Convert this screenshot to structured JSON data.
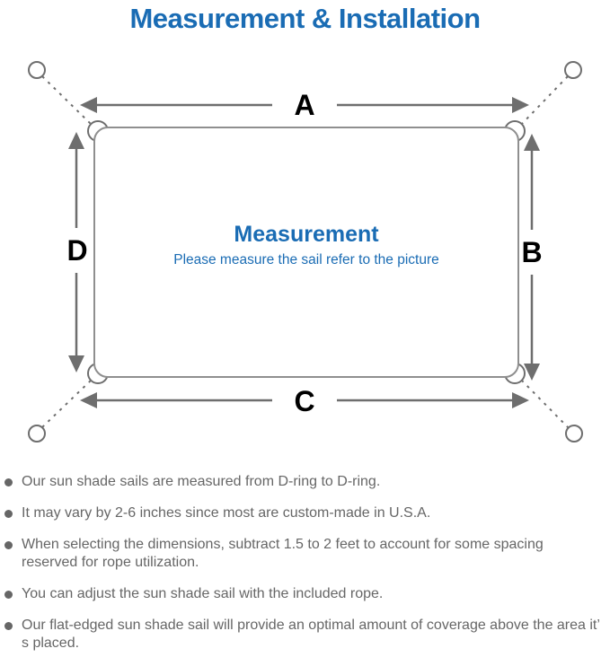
{
  "title": "Measurement & Installation",
  "diagram": {
    "heading": "Measurement",
    "subtitle": "Please measure the sail refer to the picture",
    "labels": {
      "top": "A",
      "right": "B",
      "bottom": "C",
      "left": "D"
    },
    "colors": {
      "accent_blue": "#1a6cb4",
      "line_gray": "#6e6e6e",
      "outline_gray": "#8f8f8f",
      "label_black": "#000000",
      "note_gray": "#666666"
    }
  },
  "notes": {
    "items": [
      "Our sun shade sails are measured from D-ring to D-ring.",
      "It may vary by 2-6 inches since most are custom-made in U.S.A.",
      "When selecting the dimensions, subtract 1.5 to 2 feet to account for some spacing reserved for rope utilization.",
      "You can adjust the sun shade sail with the included rope.",
      "Our flat-edged sun shade sail will provide an optimal amount of coverage above the area it’ s placed."
    ]
  }
}
